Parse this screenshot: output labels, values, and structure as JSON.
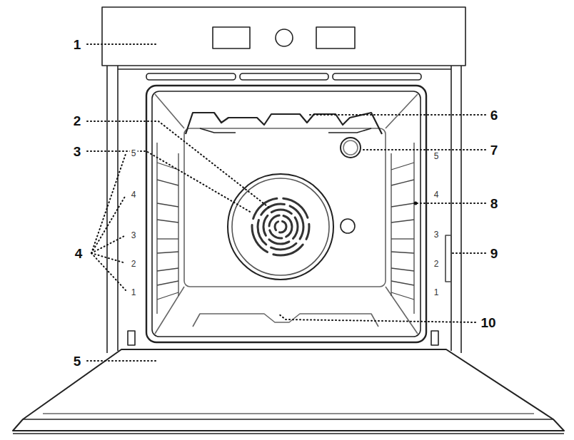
{
  "diagram": {
    "labels": [
      "1",
      "2",
      "3",
      "4",
      "5",
      "6",
      "7",
      "8",
      "9",
      "10",
      "5",
      "4",
      "3",
      "2",
      "1",
      "5",
      "4",
      "3",
      "2",
      "1"
    ]
  }
}
